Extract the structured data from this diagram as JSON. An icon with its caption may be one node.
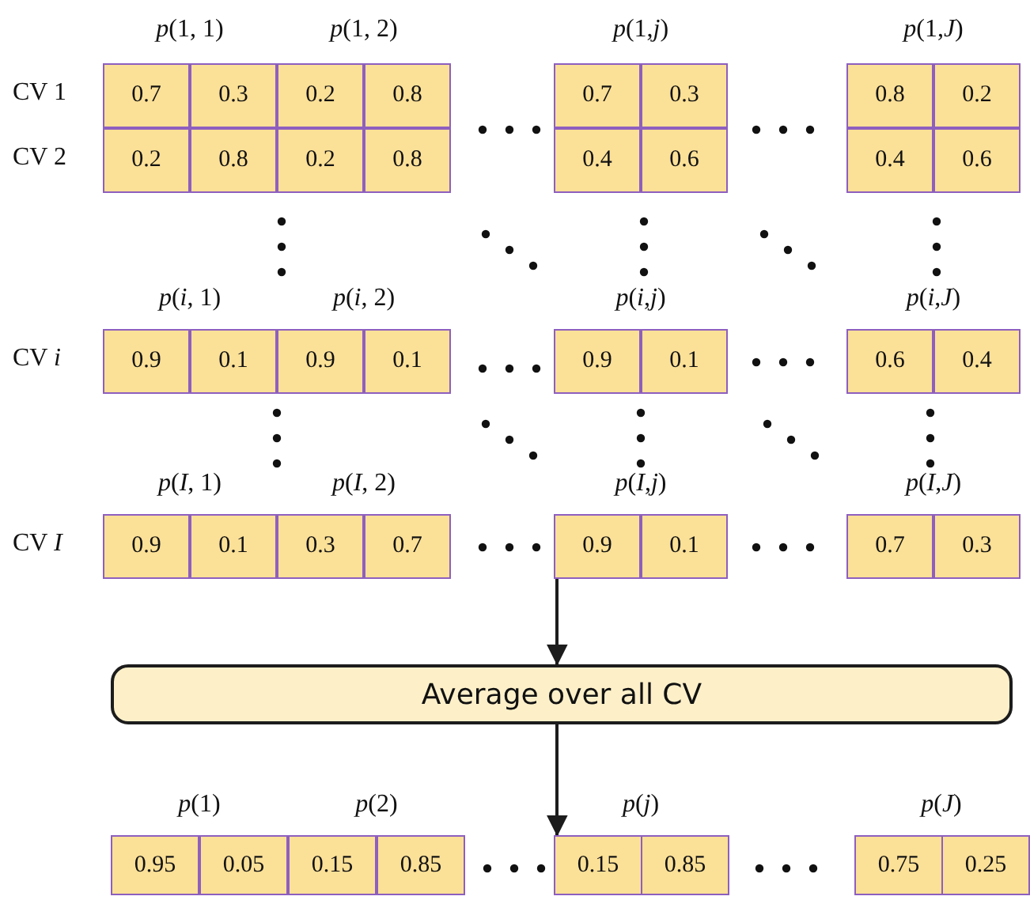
{
  "diagram": {
    "nodes": [
      {
        "text": [
          "0.7"
        ]
      },
      {
        "text": [
          "0.3"
        ]
      },
      {
        "text": [
          "0.2"
        ]
      },
      {
        "text": [
          "0.8"
        ]
      },
      {
        "text": [
          "0.7"
        ]
      },
      {
        "text": [
          "0.3"
        ]
      },
      {
        "text": [
          "0.8"
        ]
      },
      {
        "text": [
          "0.2"
        ]
      },
      {
        "text": [
          "0.2"
        ]
      },
      {
        "text": [
          "0.8"
        ]
      },
      {
        "text": [
          "0.2"
        ]
      },
      {
        "text": [
          "0.8"
        ]
      },
      {
        "text": [
          "0.4"
        ]
      },
      {
        "text": [
          "0.6"
        ]
      },
      {
        "text": [
          "0.4"
        ]
      },
      {
        "text": [
          "0.6"
        ]
      },
      {
        "text": [
          "0.9"
        ]
      },
      {
        "text": [
          "0.1"
        ]
      },
      {
        "text": [
          "0.9"
        ]
      },
      {
        "text": [
          "0.1"
        ]
      },
      {
        "text": [
          "0.9"
        ]
      },
      {
        "text": [
          "0.1"
        ]
      },
      {
        "text": [
          "0.6"
        ]
      },
      {
        "text": [
          "0.4"
        ]
      },
      {
        "text": [
          "0.9"
        ]
      },
      {
        "text": [
          "0.1"
        ]
      },
      {
        "text": [
          "0.3"
        ]
      },
      {
        "text": [
          "0.7"
        ]
      },
      {
        "text": [
          "0.9"
        ]
      },
      {
        "text": [
          "0.1"
        ]
      },
      {
        "text": [
          "0.7"
        ]
      },
      {
        "text": [
          "0.3"
        ]
      },
      {
        "text": [
          "Average over all CV"
        ]
      },
      {
        "text": [
          "0.95"
        ]
      },
      {
        "text": [
          "0.05"
        ]
      },
      {
        "text": [
          "0.15"
        ]
      },
      {
        "text": [
          "0.85"
        ]
      },
      {
        "text": [
          "0.15"
        ]
      },
      {
        "text": [
          "0.85"
        ]
      },
      {
        "text": [
          "0.75"
        ]
      },
      {
        "text": [
          "0.25"
        ]
      }
    ],
    "edges": [
      {
        "from": 28,
        "to": 32,
        "arrow": "to"
      },
      {
        "from": 32,
        "to": 37,
        "arrow": "to"
      }
    ],
    "labels": [
      "*p*(1, 1)",
      "*p*(1, 2)",
      "*p*(1,*j*)",
      "*p*(1,*J*)",
      "CV 1",
      "CV 2",
      "*p*(*i*, 1)",
      "*p*(*i*, 2)",
      "*p*(*i*,*j*)",
      "*p*(*i*,*J*)",
      "CV *i*",
      "*p*(*I*, 1)",
      "*p*(*I*, 2)",
      "*p*(*I*,*j*)",
      "*p*(*I*,*J*)",
      "CV *I*",
      "*p*(1)",
      "*p*(2)",
      "*p*(*j*)",
      "*p*(*J*)"
    ]
  }
}
